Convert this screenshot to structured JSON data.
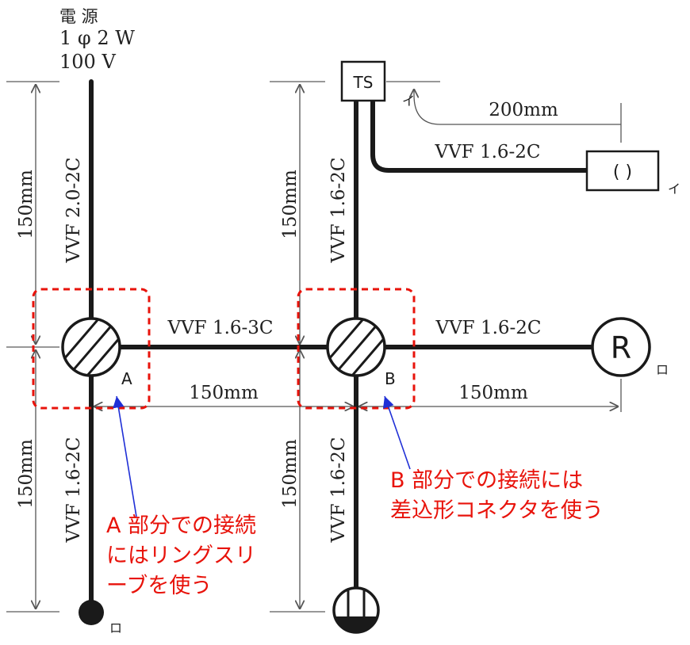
{
  "source": {
    "label": "電 源",
    "phase": "1 φ 2 W",
    "voltage": "100 V"
  },
  "dimensions": {
    "left_upper": "150mm",
    "left_lower": "150mm",
    "mid_upper": "150mm",
    "mid_lower": "150mm",
    "a_to_b": "150mm",
    "b_to_r": "150mm",
    "ts_to_lamp": "200mm"
  },
  "cables": {
    "source_to_a": "VVF 2.0-2C",
    "a_to_b": "VVF 1.6-3C",
    "b_to_r": "VVF 1.6-2C",
    "a_to_outlet": "VVF 1.6-2C",
    "b_to_ts": "VVF 1.6-2C",
    "b_to_switch": "VVF 1.6-2C",
    "ts_to_lamp": "VVF 1.6-2C"
  },
  "symbols": {
    "ts": "TS",
    "lamp": "( )",
    "receptacle": "R",
    "box_a": "A",
    "box_b": "B",
    "mark_i": "イ",
    "mark_ro": "ロ"
  },
  "notes": {
    "a_line1": "A 部分での接続",
    "a_line2": "にはリングスリ",
    "a_line3": "ーブを使う",
    "b_line1": "B 部分での接続には",
    "b_line2": "差込形コネクタを使う"
  },
  "colors": {
    "note_text": "#e8130b",
    "highlight_box": "#e8130b",
    "pointer_line": "#1f2fd6"
  }
}
